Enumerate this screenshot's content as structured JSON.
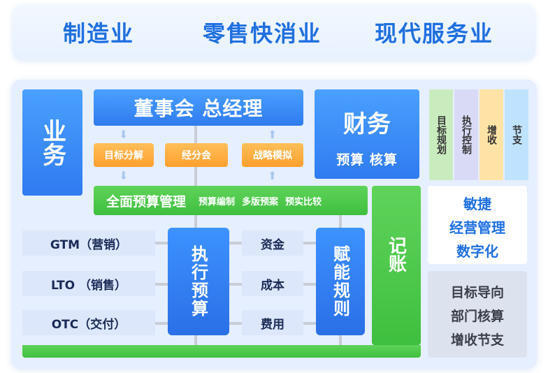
{
  "industries": [
    "制造业",
    "零售快消业",
    "现代服务业"
  ],
  "business": "业务",
  "board": "董事会 总经理",
  "planning": [
    "目标分解",
    "经分会",
    "战略模拟"
  ],
  "finance": {
    "title": "财务",
    "subtitle": "预算 核算"
  },
  "four_cols": [
    {
      "label": "目标规划",
      "color": "#c9ecbf"
    },
    {
      "label": "执行控制",
      "color": "#d9dbf6"
    },
    {
      "label": "增收",
      "color": "#ffe3a6"
    },
    {
      "label": "节支",
      "color": "#bfe3ff"
    }
  ],
  "budget_bar": {
    "title": "全面预算管理",
    "items": [
      "预算编制",
      "多版预案",
      "预实比较"
    ]
  },
  "processes": [
    "GTM（营销）",
    "LTO （销售）",
    "OTC（交付）"
  ],
  "execute": "执行预算",
  "resources": [
    "资金",
    "成本",
    "费用"
  ],
  "empower": "赋能规则",
  "bookkeeping": "记账",
  "agile": [
    "敏捷",
    "经营管理",
    "数字化"
  ],
  "goals": [
    "目标导向",
    "部门核算",
    "增收节支"
  ]
}
